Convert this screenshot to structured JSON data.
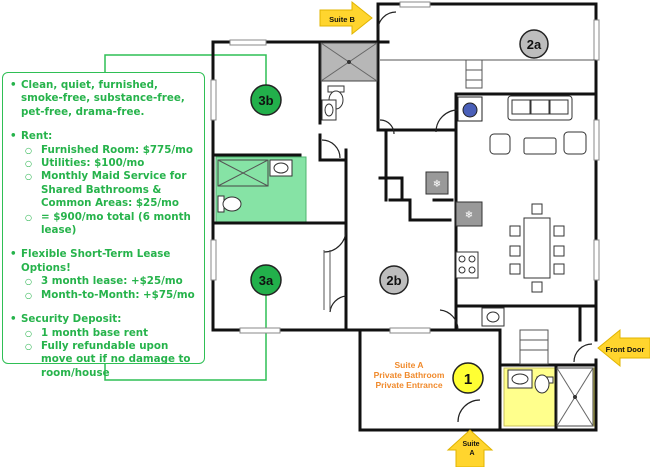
{
  "labels": {
    "suite_b_arrow": "Suite B",
    "suite_a_arrow": "Suite\nA",
    "front_door_arrow": "Front Door",
    "room_2a": "2a",
    "room_2b": "2b",
    "room_3a": "3a",
    "room_3b": "3b",
    "room_1": "1",
    "suite_a_title": "Suite A",
    "suite_a_line2": "Private Bathroom",
    "suite_a_line3": "Private Entrance"
  },
  "info": {
    "intro": "Clean, quiet, furnished, smoke-free, substance-free, pet-free, drama-free.",
    "rent_title": "Rent:",
    "rent_items": [
      "Furnished Room: $775/mo",
      "Utilities: $100/mo",
      "Monthly Maid Service for Shared Bathrooms & Common Areas: $25/mo",
      "= $900/mo total (6 month lease)"
    ],
    "lease_title": "Flexible Short-Term Lease Options!",
    "lease_items": [
      "3 month lease: +$25/mo",
      "Month-to-Month: +$75/mo"
    ],
    "deposit_title": "Security Deposit:",
    "deposit_items": [
      "1 month base rent",
      "Fully refundable upon move out if no damage to room/house"
    ]
  },
  "colors": {
    "wall": "#111111",
    "green_badge": "#22b04b",
    "gray_badge": "#bdbdbd",
    "yellow_badge": "#ffff33",
    "arrow": "#ffd52e",
    "bath_green": "#86e3a5",
    "bath_yellow": "#ffff8c",
    "orange_text": "#f08a2c",
    "panel_green": "#2fbf55"
  },
  "icons": [
    "fridge-icon",
    "stove-icon",
    "washer-icon",
    "sink-icon",
    "toilet-icon",
    "shower-icon",
    "sofa-icon",
    "dining-table-icon"
  ]
}
